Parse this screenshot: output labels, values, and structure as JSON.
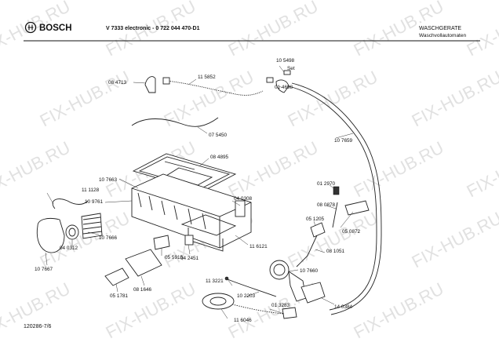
{
  "header": {
    "brand": "BOSCH",
    "model": "V 7333 electronic - 0 722 044 470-D1",
    "category": "WASCHGERATE",
    "subcategory": "Waschvollautomaten"
  },
  "footer": {
    "drawing_number": "120286-7/6"
  },
  "watermark": "FIX-HUB.RU",
  "part_labels": [
    "08 4713",
    "11 5852",
    "10 5498",
    "Set",
    "01 4698",
    "07 5450",
    "08 4895",
    "10 7659",
    "10 7663",
    "11 1128",
    "10 9761",
    "04 0308",
    "01 2970",
    "08 0878",
    "05 1205",
    "05 0872",
    "10 7666",
    "04 0312",
    "10 7667",
    "05 5915",
    "04 2451",
    "11 6121",
    "08 1051",
    "10 7660",
    "08 1646",
    "05 1781",
    "11 3221",
    "10 2203",
    "01 3283",
    "14 0384",
    "11 6046"
  ]
}
